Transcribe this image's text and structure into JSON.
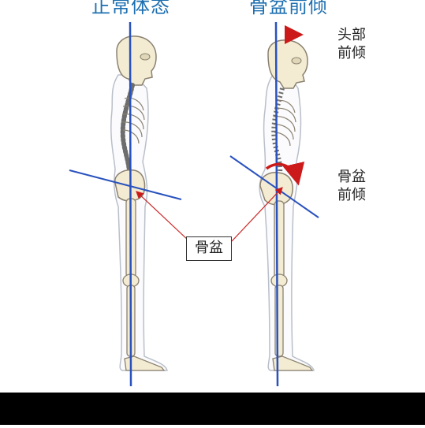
{
  "figure": {
    "normal_title": "正常体态",
    "tilt_title": "骨盆前倾",
    "head_label": [
      "头部",
      "前倾"
    ],
    "pelvis_side_label": [
      "骨盆",
      "前倾"
    ],
    "pelvis_box_label": "骨盆"
  },
  "colors": {
    "title": "#1d6fb0",
    "plumb_line": "#2a52be",
    "pelvis_axis": "#2a52be",
    "arrow": "#cc1a1a",
    "bone_fill": "#f3ecd2",
    "bone_stroke": "#8a8070",
    "body_outline": "#b9bfc9",
    "spine": "#5b5b5b",
    "bottom_bar": "#000000"
  },
  "icons": [
    "head-forward-arrow-icon",
    "pelvis-rotation-arrow-icon"
  ]
}
